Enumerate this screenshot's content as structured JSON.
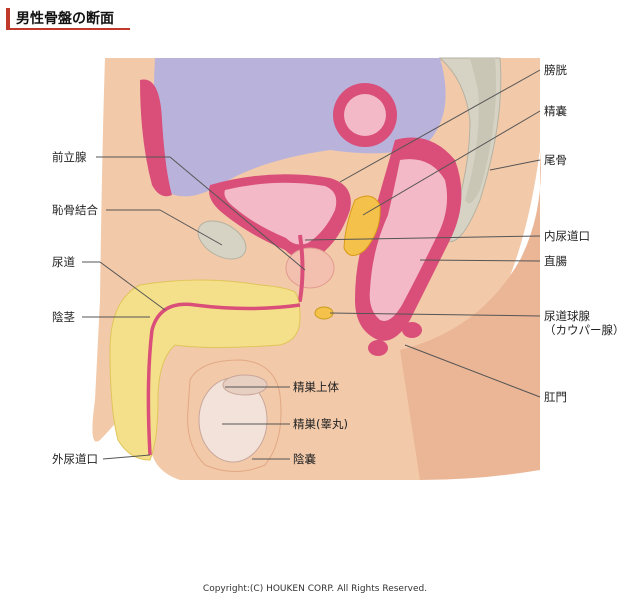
{
  "title": "男性骨盤の断面",
  "labels": {
    "bladder": "膀胱",
    "seminal_vesicle": "精嚢",
    "coccyx": "尾骨",
    "internal_urethral_orifice": "内尿道口",
    "rectum": "直腸",
    "bulbourethral_gland_1": "尿道球腺",
    "bulbourethral_gland_2": "（カウパー腺）",
    "anus": "肛門",
    "prostate": "前立腺",
    "pubic_symphysis": "恥骨結合",
    "urethra": "尿道",
    "penis": "陰茎",
    "external_urethral_orifice": "外尿道口",
    "epididymis": "精巣上体",
    "testis": "精巣(睾丸)",
    "scrotum": "陰嚢"
  },
  "copyright": "Copyright:(C) HOUKEN CORP. All Rights Reserved.",
  "colors": {
    "skin": "#f2c9a9",
    "skin_dark": "#e8a884",
    "cavity": "#b9b3dc",
    "organ_pink": "#d94f7a",
    "organ_light": "#f3b9c6",
    "yellow": "#f4e08a",
    "bone": "#d6d3c4",
    "accent_red": "#c0392b"
  }
}
